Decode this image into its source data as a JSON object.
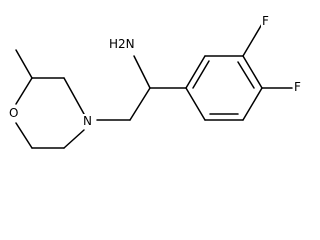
{
  "molecule": {
    "atoms": {
      "amine": "H2N",
      "fluorine_meta": "F",
      "fluorine_para": "F",
      "nitrogen_ring": "N",
      "oxygen_ring": "O"
    },
    "line_color": "#000000",
    "background_color": "#ffffff"
  }
}
